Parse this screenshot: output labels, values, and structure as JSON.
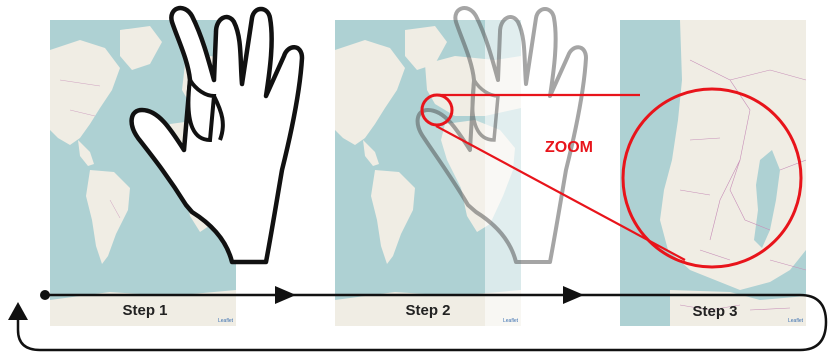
{
  "steps": [
    {
      "label": "Step 1"
    },
    {
      "label": "Step 2"
    },
    {
      "label": "Step 3"
    }
  ],
  "zoom_label": "ZOOM",
  "map_credit": "Leaflet",
  "colors": {
    "sea": "#aed1d3",
    "land": "#f0ede4",
    "land_dark": "#e6e2d6",
    "accent_red": "#e8141b",
    "arrow": "#111111",
    "hand_outline": "#111111",
    "hand_ghost": "#8a8a8a",
    "border_pink": "#c78fb8"
  },
  "icons": {
    "hand": "pinch-hand-icon",
    "ghost_hand": "pinch-hand-ghost-icon",
    "magnifier": "zoom-circle-icon"
  }
}
